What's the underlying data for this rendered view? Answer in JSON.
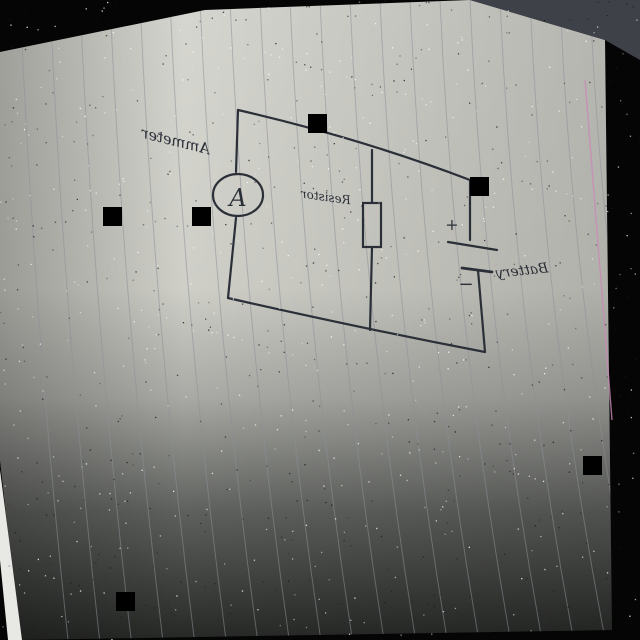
{
  "photo": {
    "subject": "hand-drawn circuit sketch on lined notebook paper",
    "colors": {
      "background": "#050505",
      "paper_light": "#d9d9d3",
      "paper_dark": "#3a3c3a",
      "ink": "#2b2f38",
      "ruled_line": "#8c8f98",
      "margin_line": "#c98ab6"
    }
  },
  "sketch": {
    "ammeter_label": "Ammeter",
    "ammeter_symbol": "A",
    "resistor_label": "Resistor",
    "battery_label": "Battery",
    "battery_plus": "+",
    "battery_minus": "−"
  }
}
